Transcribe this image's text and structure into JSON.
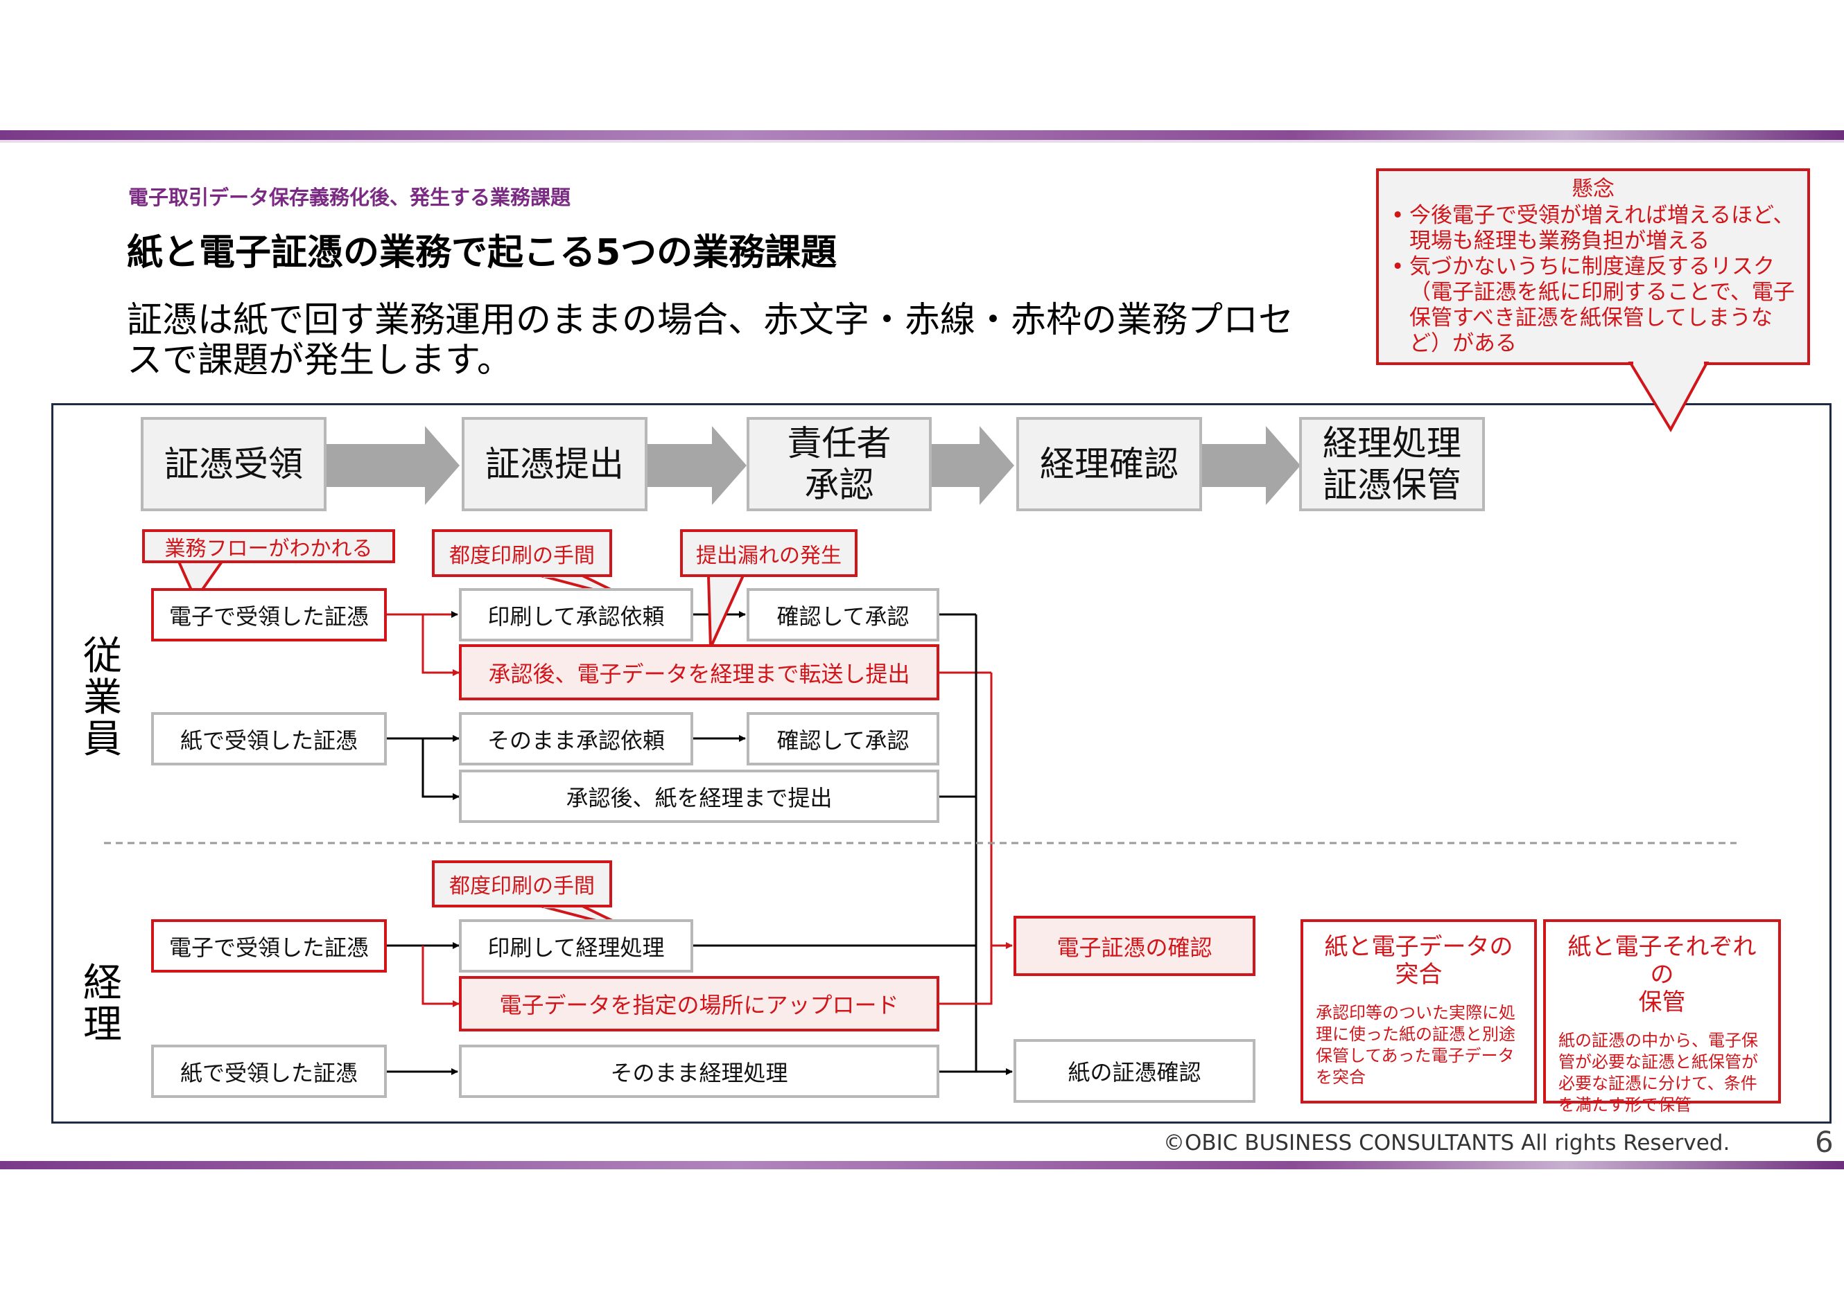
{
  "header": {
    "subtitle": "電子取引データ保存義務化後、発生する業務課題",
    "title": "紙と電子証憑の業務で起こる5つの業務課題",
    "lead": "証憑は紙で回す業務運用のままの場合、赤文字・赤線・赤枠の業務プロセスで課題が発生します。"
  },
  "concern": {
    "title": "懸念",
    "bullets": [
      "今後電子で受領が増えれば増えるほど、現場も経理も業務負担が増える",
      "気づかないうちに制度違反するリスク（電子証憑を紙に印刷することで、電子保管すべき証憑を紙保管してしまうなど）がある"
    ]
  },
  "stages": [
    "証憑受領",
    "証憑提出",
    "責任者\n承認",
    "経理確認",
    "経理処理\n証憑保管"
  ],
  "roles": {
    "employee": "従業員",
    "accounting": "経理"
  },
  "callouts": {
    "flow_split": "業務フローがわかれる",
    "print_effort_employee": "都度印刷の手間",
    "submission_omission": "提出漏れの発生",
    "print_effort_accounting": "都度印刷の手間"
  },
  "employee": {
    "electronic_received": "電子で受領した証憑",
    "print_request": "印刷して承認依頼",
    "confirm_approve_1": "確認して承認",
    "transfer_submit": "承認後、電子データを経理まで転送し提出",
    "paper_received": "紙で受領した証憑",
    "direct_request": "そのまま承認依頼",
    "confirm_approve_2": "確認して承認",
    "paper_submit": "承認後、紙を経理まで提出"
  },
  "accounting": {
    "electronic_received": "電子で受領した証憑",
    "print_process": "印刷して経理処理",
    "upload": "電子データを指定の場所にアップロード",
    "paper_received": "紙で受領した証憑",
    "direct_process": "そのまま経理処理",
    "electronic_check": "電子証憑の確認",
    "paper_check": "紙の証憑確認"
  },
  "issues": [
    {
      "title": "紙と電子データの\n突合",
      "desc": "承認印等のついた実際に処理に使った紙の証憑と別途保管してあった電子データを突合"
    },
    {
      "title": "紙と電子それぞれの\n保管",
      "desc": "紙の証憑の中から、電子保管が必要な証憑と紙保管が必要な証憑に分けて、条件を満たす形で保管"
    }
  ],
  "footer": {
    "copyright": "©OBIC BUSINESS CONSULTANTS All rights Reserved.",
    "page": "6"
  },
  "colors": {
    "accent_red": "#d0161b",
    "purple": "#7a2a83",
    "gray_arrow": "#a6a6a6"
  }
}
